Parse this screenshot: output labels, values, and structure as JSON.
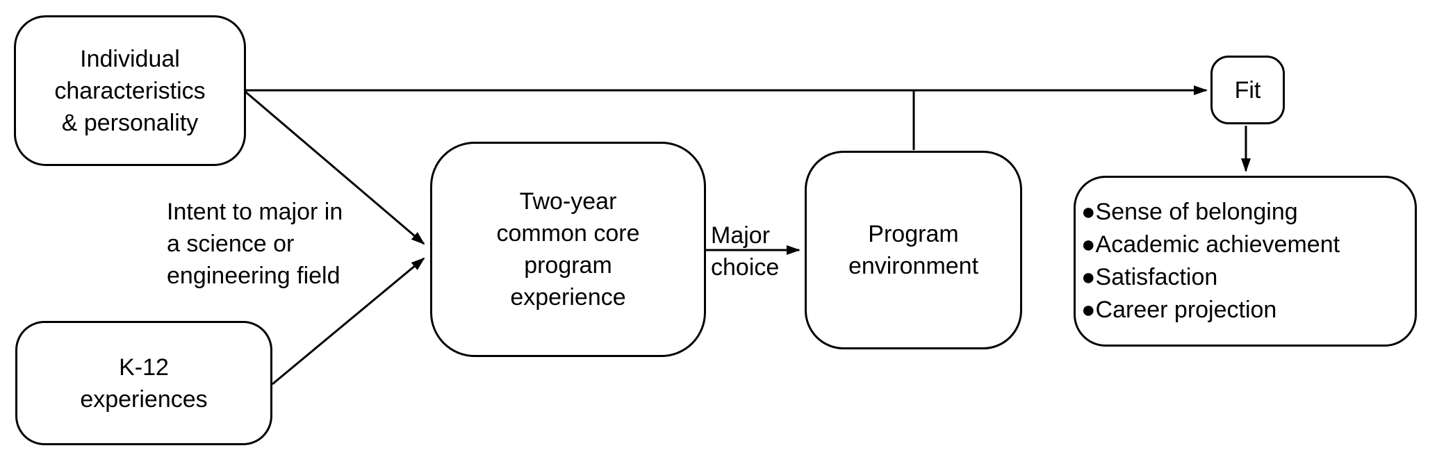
{
  "diagram": {
    "nodes": {
      "individual": {
        "label": "Individual\ncharacteristics\n& personality"
      },
      "k12": {
        "label": "K-12\nexperiences"
      },
      "core": {
        "label": "Two-year\ncommon core\nprogram\nexperience"
      },
      "program": {
        "label": "Program\nenvironment"
      },
      "fit": {
        "label": "Fit"
      }
    },
    "edge_labels": {
      "intent": "Intent to major in\na science or\nengineering field",
      "major_choice": "Major\nchoice"
    },
    "outcomes": {
      "bullet": "●",
      "items": [
        "Sense of belonging",
        "Academic achievement",
        "Satisfaction",
        "Career projection"
      ]
    },
    "colors": {
      "stroke": "#000000",
      "text": "#000000",
      "background": "#ffffff"
    }
  }
}
